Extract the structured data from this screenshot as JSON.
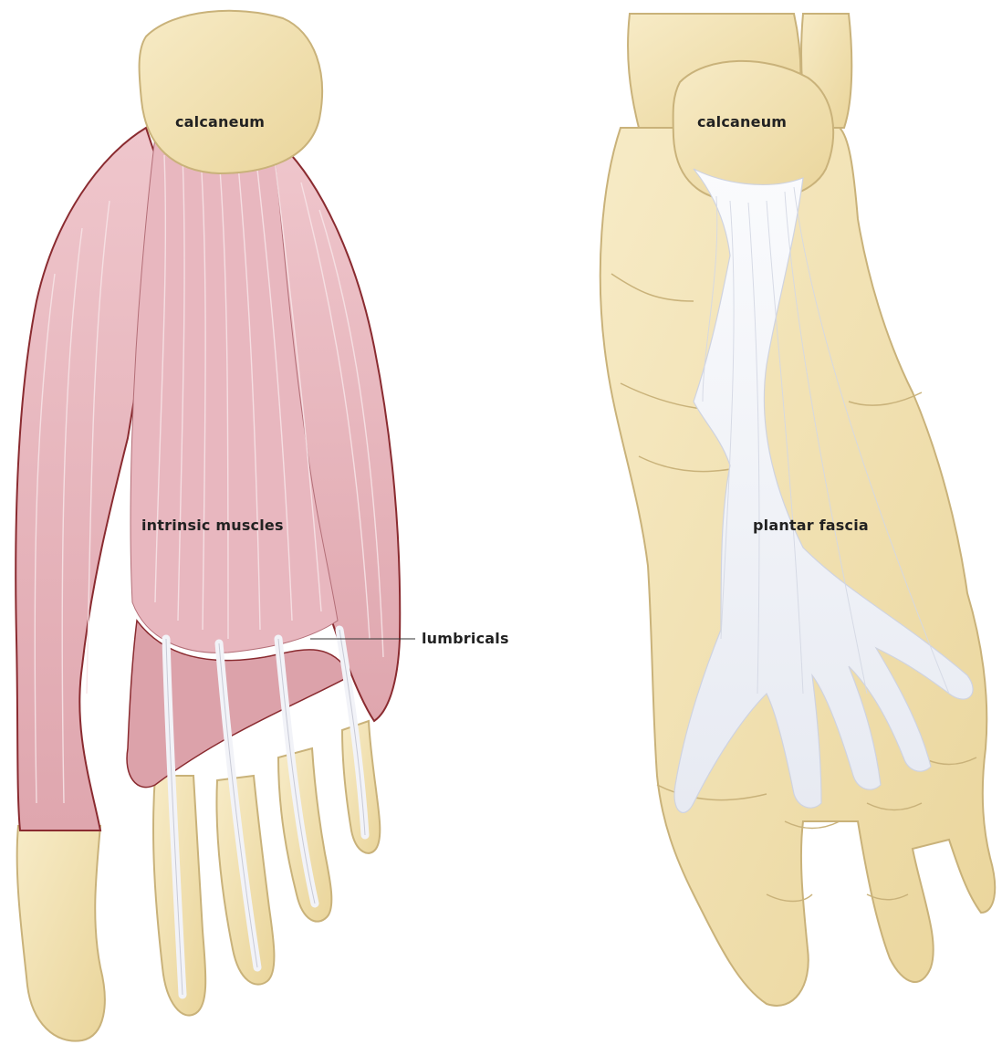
{
  "labels": {
    "left_calcaneum": "calcaneum",
    "intrinsic_muscles": "intrinsic muscles",
    "lumbricals": "lumbricals",
    "right_calcaneum": "calcaneum",
    "plantar_fascia": "plantar fascia"
  },
  "colors": {
    "bone": "#f3e3b3",
    "bone_outline": "#c9b27a",
    "muscle": "#e6b6bd",
    "muscle_outline": "#8a2b30",
    "tendon": "#f2f3f8",
    "fascia": "#eef0f6",
    "leader_line": "#333333",
    "text": "#222222"
  }
}
